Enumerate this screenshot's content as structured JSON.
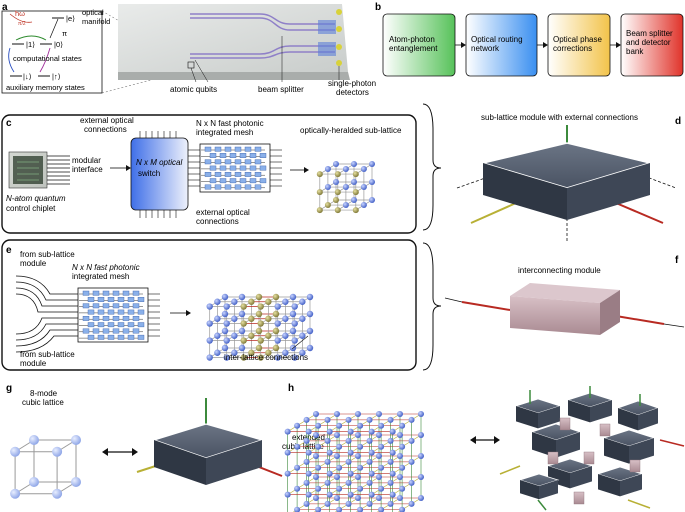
{
  "panels": {
    "a": {
      "letter": "a",
      "hbar_omega": "ħω",
      "excited": "|e⟩",
      "optical_manifold_1": "optical",
      "optical_manifold_2": "manifold",
      "pi": "π",
      "pi_2": "π/2",
      "state_one": "|1⟩",
      "state_zero": "|0⟩",
      "computational_states": "computational states",
      "state_down": "|↓⟩",
      "state_up": "|↑⟩",
      "auxiliary_memory_states": "auxiliary memory states",
      "atomic_qubits": "atomic qubits",
      "beam_splitter": "beam splitter",
      "detectors_1": "single-photon",
      "detectors_2": "detectors"
    },
    "b": {
      "letter": "b",
      "box1": [
        "Atom-photon",
        "entanglement"
      ],
      "box2": [
        "Optical routing",
        "network"
      ],
      "box3": [
        "Optical phase",
        "corrections"
      ],
      "box4": [
        "Beam splitter",
        "and detector",
        "bank"
      ]
    },
    "c": {
      "letter": "c",
      "ext_top_1": "external optical",
      "ext_top_2": "connections",
      "mesh_1": "N x N fast photonic",
      "mesh_2": "integrated mesh",
      "heralded": "optically-heralded sub-lattice",
      "modular_1": "modular",
      "modular_2": "interface",
      "switch_1": "N x M  optical",
      "switch_2": "switch",
      "chiplet_1": "N-atom quantum",
      "chiplet_2": "control chiplet",
      "ext_bot_1": "external optical",
      "ext_bot_2": "connections"
    },
    "d": {
      "letter": "d",
      "title": "sub-lattice module with external connections"
    },
    "e": {
      "letter": "e",
      "from_top_1": "from sub-lattice",
      "from_top_2": "module",
      "mesh_1": "N x N fast photonic",
      "mesh_2": "integrated mesh",
      "from_bot_1": "from sub-lattice",
      "from_bot_2": "module",
      "inter": "inter-lattice connections"
    },
    "f": {
      "letter": "f",
      "title": "interconnecting module"
    },
    "g": {
      "letter": "g",
      "title_1": "8-mode",
      "title_2": "cubic lattice"
    },
    "h": {
      "letter": "h",
      "title_1": "extended",
      "title_2": "cubic lattice"
    }
  },
  "colors": {
    "qubit_blue": "#4f6fd6",
    "qubit_olive": "#8c8640",
    "module_dark": "#3d4656",
    "connector_red": "#b82a22",
    "connector_yellow": "#b8b035",
    "connector_green": "#3c8a3c",
    "interconnect_pink": "#c4a7ae"
  }
}
